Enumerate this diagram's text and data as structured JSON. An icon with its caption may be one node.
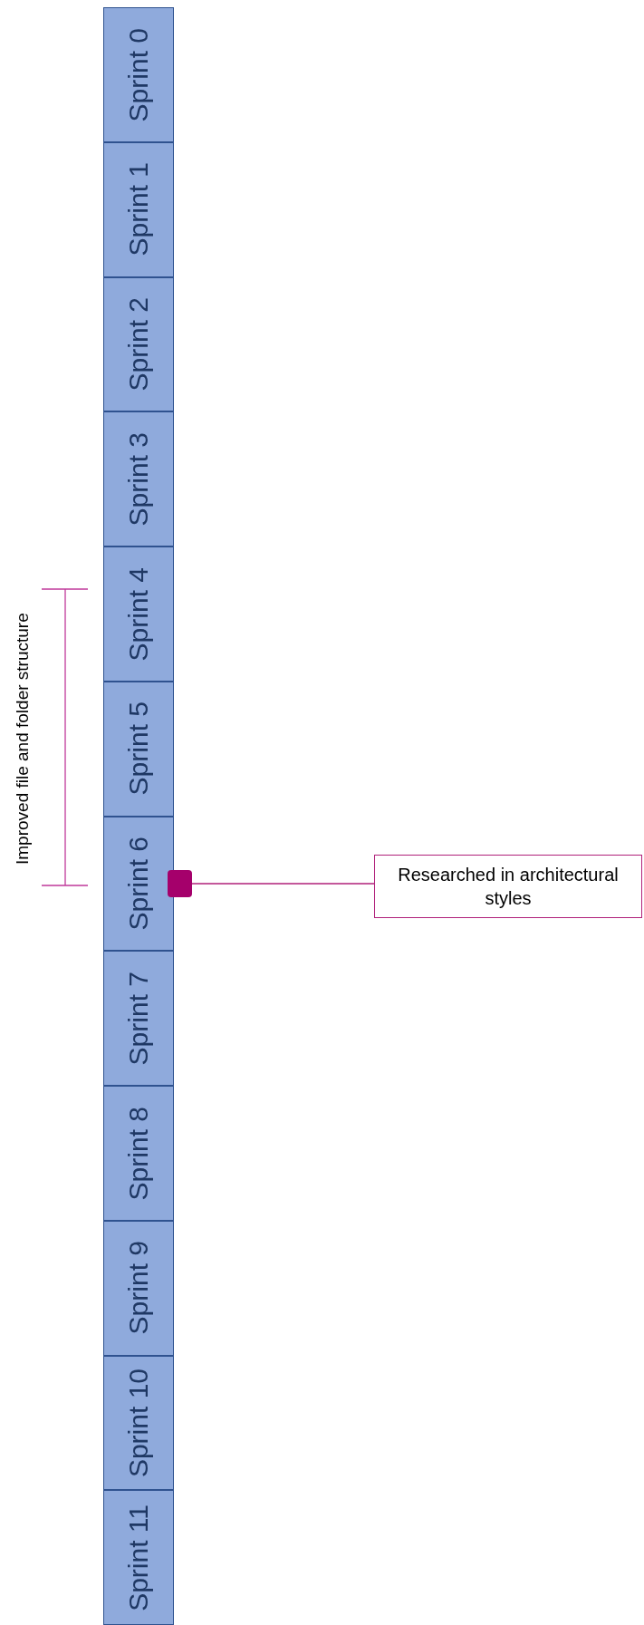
{
  "diagram": {
    "nodes": [
      {
        "text": [
          "Sprint 0"
        ]
      },
      {
        "text": [
          "Sprint 1"
        ]
      },
      {
        "text": [
          "Sprint 2"
        ]
      },
      {
        "text": [
          "Sprint 3"
        ]
      },
      {
        "text": [
          "Sprint 4"
        ]
      },
      {
        "text": [
          "Sprint 5"
        ]
      },
      {
        "text": [
          "Sprint 6"
        ]
      },
      {
        "text": [
          "Sprint 7"
        ]
      },
      {
        "text": [
          "Sprint 8"
        ]
      },
      {
        "text": [
          "Sprint 9"
        ]
      },
      {
        "text": [
          "Sprint 10"
        ]
      },
      {
        "text": [
          "Sprint 11"
        ]
      },
      {
        "text": [],
        "shape": "box"
      },
      {
        "text": [
          "Researched in architectural styles"
        ]
      }
    ],
    "edges": [
      {
        "from": 12,
        "to": 13,
        "arrow": "none"
      }
    ],
    "labels": [
      "Improved file and folder structure"
    ]
  }
}
